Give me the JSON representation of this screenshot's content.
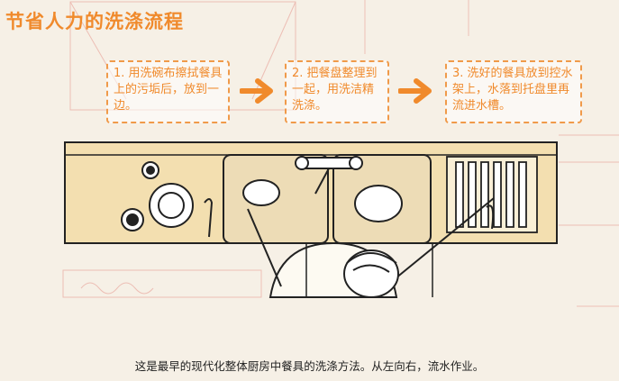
{
  "title": "节省人力的洗涤流程",
  "steps": [
    {
      "text": "1. 用洗碗布擦拭餐具上的污垢后，放到一边。"
    },
    {
      "text": "2. 把餐盘整理到一起，用洗洁精洗涤。"
    },
    {
      "text": "3. 洗好的餐具放到控水架上，水落到托盘里再流进水槽。"
    }
  ],
  "caption": "这是最早的现代化整体厨房中餐具的洗涤方法。从左向右，流水作业。",
  "colors": {
    "accent": "#f08a2c",
    "counter": "#f3dfb0",
    "ink": "#222222"
  }
}
